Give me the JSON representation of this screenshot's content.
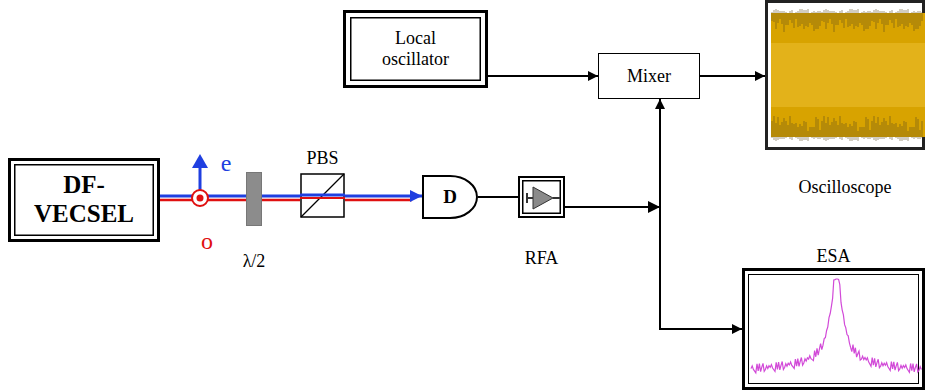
{
  "diagram": {
    "nodes": [
      {
        "text": [
          "Local oscillator"
        ]
      },
      {
        "text": [
          "Mixer"
        ]
      },
      {
        "text": [
          "Oscilloscope"
        ]
      },
      {
        "text": [
          "DF- VECSEL"
        ]
      },
      {
        "text": [
          "λ/2"
        ]
      },
      {
        "text": [
          "PBS"
        ]
      },
      {
        "text": [
          "D"
        ]
      },
      {
        "text": [
          "RFA"
        ]
      },
      {
        "text": [
          "ESA"
        ]
      }
    ],
    "edges": [
      {
        "from": 0,
        "to": 1,
        "arrow": "to"
      },
      {
        "from": 1,
        "to": 2,
        "arrow": "to"
      },
      {
        "from": 3,
        "to": 4,
        "arrow": "none"
      },
      {
        "from": 4,
        "to": 5,
        "arrow": "none"
      },
      {
        "from": 5,
        "to": 6,
        "arrow": "to"
      },
      {
        "from": 6,
        "to": 7,
        "arrow": "none"
      },
      {
        "from": 7,
        "to": 1,
        "arrow": "to"
      },
      {
        "from": 7,
        "to": 8,
        "arrow": "to"
      }
    ],
    "labels": [
      "e",
      "o"
    ]
  }
}
